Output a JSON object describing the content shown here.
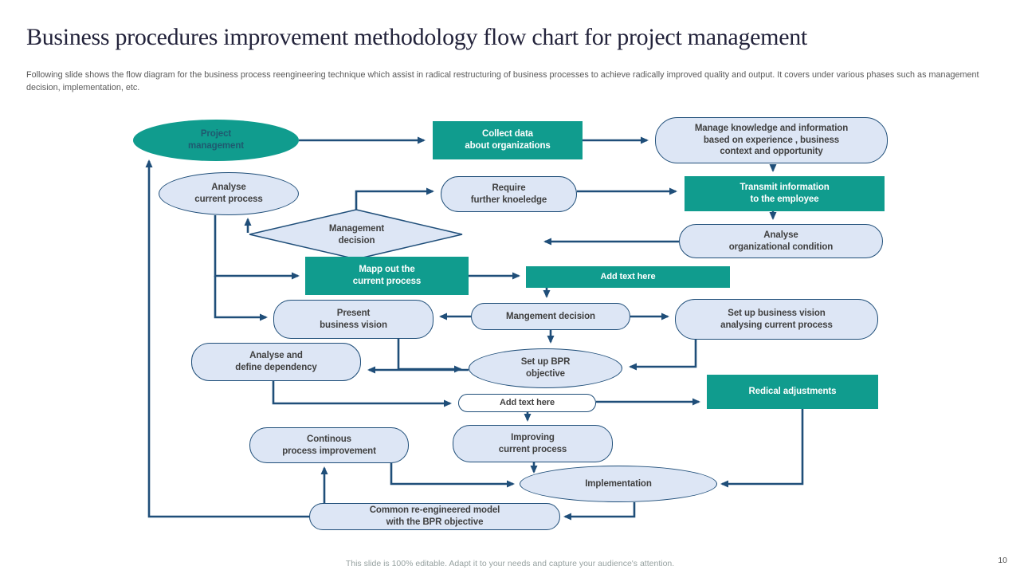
{
  "slide": {
    "title": "Business procedures improvement methodology flow chart for project management",
    "subtitle": "Following slide shows the flow diagram for the business process reengineering technique which assist in radical restructuring of business processes to achieve radically improved quality and output. It covers under various phases such as management decision, implementation, etc.",
    "footer": "This slide is 100% editable. Adapt it to your needs and capture your audience's attention.",
    "page_number": "10"
  },
  "colors": {
    "accent_teal": "#109c8e",
    "node_blue_fill": "#dde6f5",
    "node_border_navy": "#1f4e79",
    "arrow_navy": "#1f4e79",
    "node_text_dark": "#404040",
    "node_text_light": "#ffffff"
  },
  "diagram": {
    "nodes": [
      {
        "id": "project-management",
        "shape": "ellipse",
        "variant": "teal",
        "label": "Project\nmanagement"
      },
      {
        "id": "collect-data",
        "shape": "rect",
        "variant": "teal",
        "label": "Collect data\nabout organizations"
      },
      {
        "id": "manage-knowledge",
        "shape": "rounded",
        "variant": "blue",
        "label": "Manage knowledge and information\nbased on experience , business\ncontext and opportunity"
      },
      {
        "id": "analyse-current-process",
        "shape": "ellipse",
        "variant": "blue",
        "label": "Analyse\ncurrent process"
      },
      {
        "id": "require-further-knowledge",
        "shape": "stadium",
        "variant": "blue",
        "label": "Require\nfurther knoeledge"
      },
      {
        "id": "transmit-information",
        "shape": "rect",
        "variant": "teal",
        "label": "Transmit information\nto the employee"
      },
      {
        "id": "management-decision",
        "shape": "diamond",
        "variant": "blue",
        "label": "Management\ndecision"
      },
      {
        "id": "analyse-organizational-condition",
        "shape": "stadium",
        "variant": "blue",
        "label": "Analyse\norganizational condition"
      },
      {
        "id": "mapp-out-current-process",
        "shape": "rect",
        "variant": "teal",
        "label": "Mapp out the\ncurrent process"
      },
      {
        "id": "add-text-here-teal",
        "shape": "rect",
        "variant": "teal",
        "label": "Add text here"
      },
      {
        "id": "present-business-vision",
        "shape": "rounded",
        "variant": "blue",
        "label": "Present\nbusiness vision"
      },
      {
        "id": "mangement-decision",
        "shape": "stadium",
        "variant": "blue",
        "label": "Mangement decision"
      },
      {
        "id": "set-up-business-vision",
        "shape": "rounded",
        "variant": "blue",
        "label": "Set up business vision\nanalysing current process"
      },
      {
        "id": "analyse-define-dependency",
        "shape": "rounded",
        "variant": "blue",
        "label": "Analyse and\ndefine dependency"
      },
      {
        "id": "set-up-bpr-objective",
        "shape": "ellipse",
        "variant": "blue",
        "label": "Set up BPR\nobjective"
      },
      {
        "id": "add-text-here-white",
        "shape": "stadium",
        "variant": "white",
        "label": "Add text here"
      },
      {
        "id": "redical-adjustments",
        "shape": "rect",
        "variant": "teal",
        "label": "Redical adjustments"
      },
      {
        "id": "continous-process-improvement",
        "shape": "rounded",
        "variant": "blue",
        "label": "Continous\nprocess improvement"
      },
      {
        "id": "improving-current-process",
        "shape": "rounded",
        "variant": "blue",
        "label": "Improving\ncurrent process"
      },
      {
        "id": "implementation",
        "shape": "ellipse",
        "variant": "blue",
        "label": "Implementation"
      },
      {
        "id": "common-reengineered-model",
        "shape": "stadium",
        "variant": "blue",
        "label": "Common re-engineered model\nwith the BPR objective"
      }
    ],
    "connections": [
      {
        "from": "project-management",
        "to": "collect-data"
      },
      {
        "from": "collect-data",
        "to": "manage-knowledge"
      },
      {
        "from": "manage-knowledge",
        "to": "transmit-information"
      },
      {
        "from": "transmit-information",
        "to": "analyse-organizational-condition"
      },
      {
        "from": "analyse-organizational-condition",
        "to": "management-decision"
      },
      {
        "from": "management-decision",
        "to": "require-further-knowledge"
      },
      {
        "from": "require-further-knowledge",
        "to": "transmit-information"
      },
      {
        "from": "management-decision",
        "to": "analyse-current-process"
      },
      {
        "from": "analyse-current-process",
        "to": "mapp-out-current-process"
      },
      {
        "from": "analyse-current-process",
        "to": "present-business-vision"
      },
      {
        "from": "mapp-out-current-process",
        "to": "add-text-here-teal"
      },
      {
        "from": "add-text-here-teal",
        "to": "mangement-decision"
      },
      {
        "from": "mangement-decision",
        "to": "present-business-vision"
      },
      {
        "from": "mangement-decision",
        "to": "set-up-business-vision"
      },
      {
        "from": "mangement-decision",
        "to": "set-up-bpr-objective"
      },
      {
        "from": "present-business-vision",
        "to": "set-up-bpr-objective"
      },
      {
        "from": "set-up-business-vision",
        "to": "set-up-bpr-objective"
      },
      {
        "from": "set-up-bpr-objective",
        "to": "analyse-define-dependency"
      },
      {
        "from": "analyse-define-dependency",
        "to": "add-text-here-white"
      },
      {
        "from": "add-text-here-white",
        "to": "redical-adjustments"
      },
      {
        "from": "add-text-here-white",
        "to": "improving-current-process"
      },
      {
        "from": "improving-current-process",
        "to": "implementation"
      },
      {
        "from": "continous-process-improvement",
        "to": "implementation"
      },
      {
        "from": "redical-adjustments",
        "to": "implementation"
      },
      {
        "from": "implementation",
        "to": "common-reengineered-model"
      },
      {
        "from": "common-reengineered-model",
        "to": "continous-process-improvement"
      },
      {
        "from": "common-reengineered-model",
        "to": "project-management"
      }
    ]
  }
}
